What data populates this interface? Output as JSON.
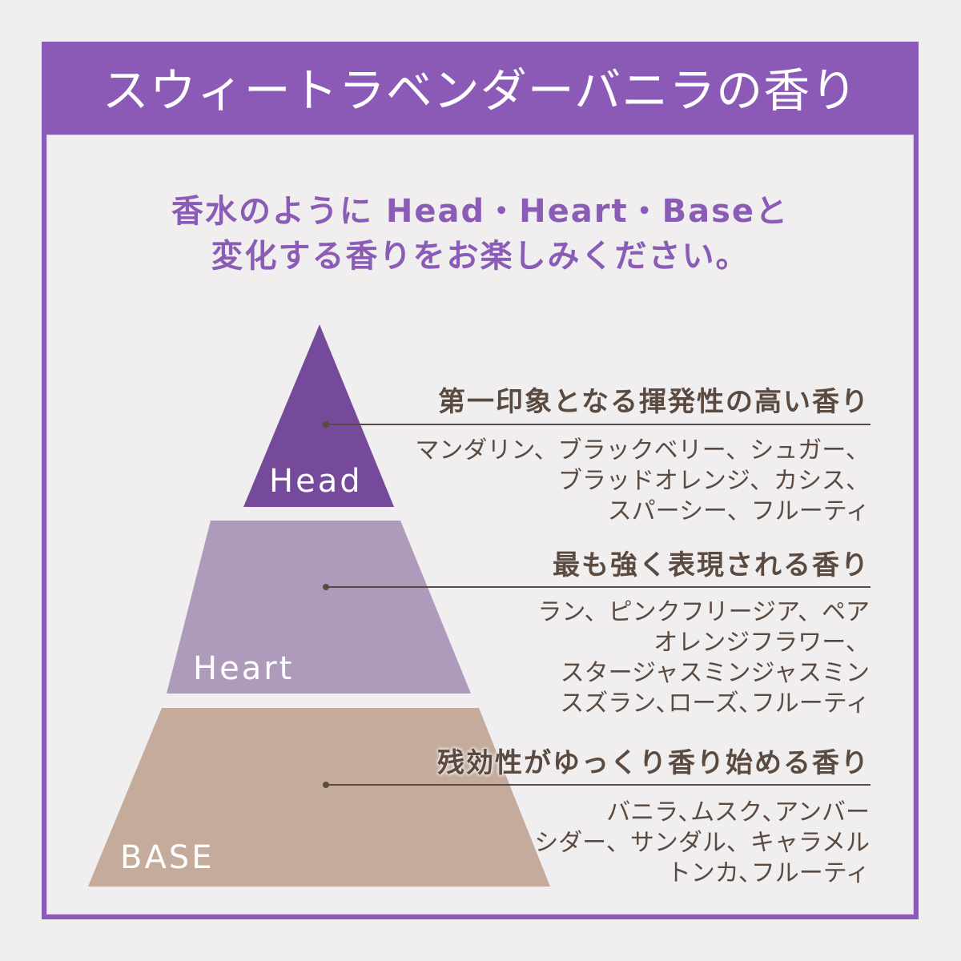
{
  "header": {
    "title": "スウィートラベンダーバニラの香り"
  },
  "intro": {
    "line1": "香水のように Head・Heart・Baseと",
    "line2": "変化する香りをお楽しみください。"
  },
  "colors": {
    "background": "#f1eeef",
    "frame_purple": "#8b5ab6",
    "intro_text": "#8a5cb6",
    "head_tier": "#764a9a",
    "heart_tier": "#ae9bbb",
    "base_tier": "#c4ab9c",
    "note_text": "#5a4a40",
    "leader_line": "#5a4a40"
  },
  "tiers": [
    {
      "label": "Head",
      "title": "第一印象となる揮発性の高い香り",
      "notes": [
        "マンダリン、ブラックベリー、シュガー、",
        "ブラッドオレンジ、カシス、",
        "スパーシー、フルーティ"
      ]
    },
    {
      "label": "Heart",
      "title": "最も強く表現される香り",
      "notes": [
        "ラン、ピンクフリージア、ペア",
        "オレンジフラワー、",
        "スタージャスミンジャスミン",
        "スズラン､ローズ､フルーティ"
      ]
    },
    {
      "label": "BASE",
      "title": "残効性がゆっくり香り始める香り",
      "notes": [
        "バニラ､ムスク､アンバー",
        "シダー、サンダル、キャラメル",
        "トンカ､フルーティ"
      ]
    }
  ]
}
